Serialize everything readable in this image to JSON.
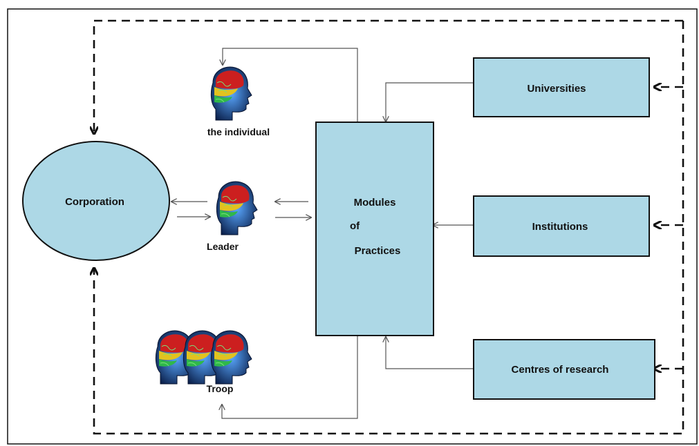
{
  "nodes": {
    "corporation": "Corporation",
    "modules_line1": "Modules",
    "modules_line2": "of",
    "modules_line3": "Practices",
    "universities": "Universities",
    "institutions": "Institutions",
    "centres": "Centres of research"
  },
  "people": {
    "individual": "the individual",
    "leader": "Leader",
    "troop": "Troop"
  },
  "colors": {
    "box_fill": "#add8e6",
    "stroke": "#111111",
    "thin_arrow": "#555555"
  },
  "icons": [
    "brain-head-icon"
  ]
}
